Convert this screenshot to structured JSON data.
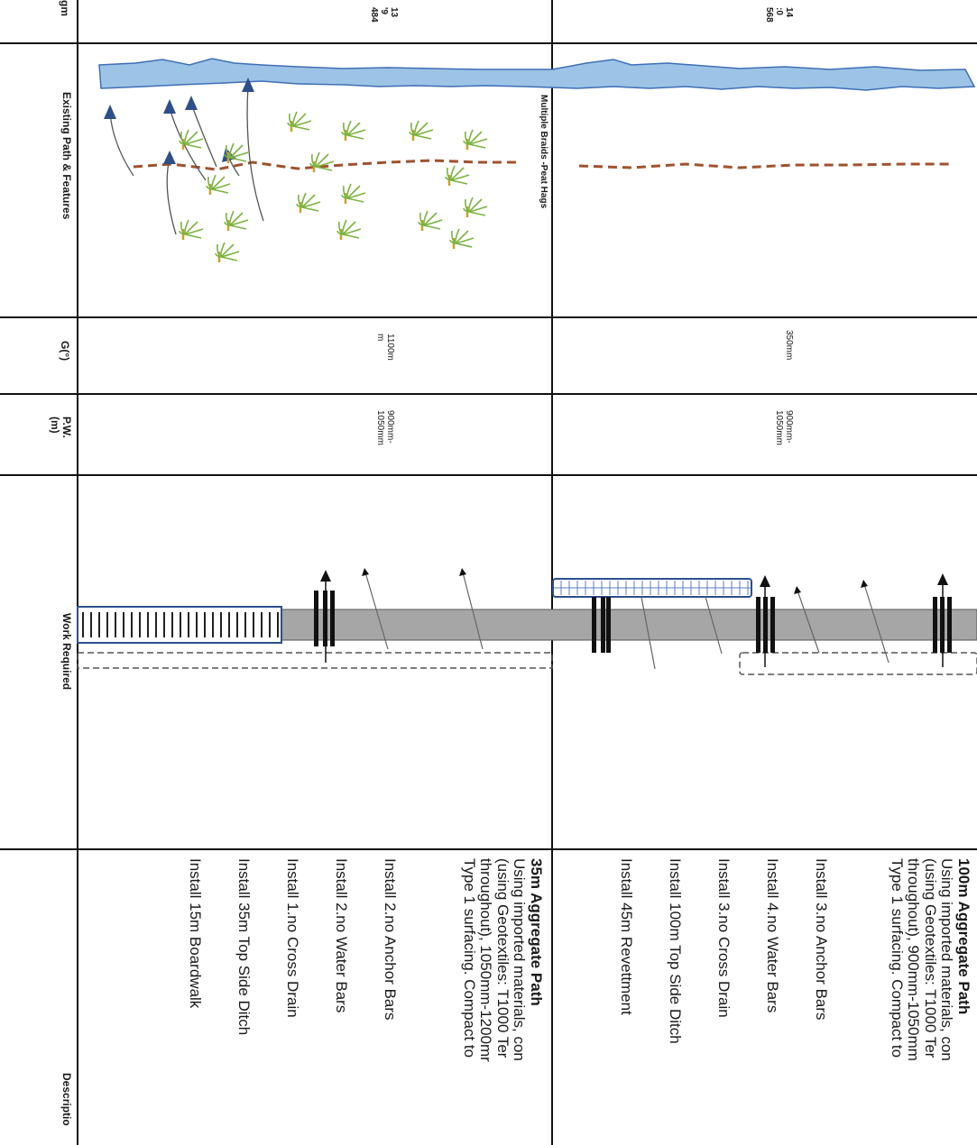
{
  "headers": {
    "ch": "gm",
    "existing": "Existing Path & Features",
    "gradient": "G(°)",
    "path_width": "P.W.\n(m)",
    "work_required": "Work Required",
    "description": "Descriptio"
  },
  "sections": [
    {
      "ch_lines": "13\n'9\n484",
      "feature_label": "Multiple Braids -Peat Hags",
      "gradient": "1100m\nm",
      "path_width": "900mm-\n1050mm",
      "desc_title": "35m Aggregate Path",
      "desc_text": "Using imported materials, con\n(using Geotextiles: T1000 Ter\nthroughout), 1050mm-1200mr\nType 1 surfacing. Compact to",
      "items": [
        "Install 2.no Anchor Bars",
        "Install 2.no Water Bars",
        "Install 1.no Cross Drain",
        "Install 35m Top Side Ditch",
        "Install 15m Boardwalk"
      ]
    },
    {
      "ch_lines": "14\n:0\n568",
      "feature_label": "",
      "gradient": "350mm",
      "path_width": "900mm-\n1050mm",
      "desc_title": "100m Aggregate Path",
      "desc_text": "Using imported materials, con\n(using Geotextiles: T1000 Ter\nthroughout), 900mm-1050mm\nType 1 surfacing. Compact to",
      "items": [
        "Install 3.no Anchor Bars",
        "Install 4.no Water Bars",
        "Install 3.no Cross Drain",
        "Install 100m Top Side Ditch",
        "Install 45m Revettment"
      ]
    }
  ],
  "colors": {
    "water": "#9dc3e6",
    "water_edge": "#3f6fb5",
    "path_dash": "#a0522d",
    "grass": "#7cb342",
    "grass_base": "#c9a227",
    "work_path": "#a6a6a6",
    "arrow": "#2e4f8a",
    "boardwalk_edge": "#2f4f8f"
  }
}
